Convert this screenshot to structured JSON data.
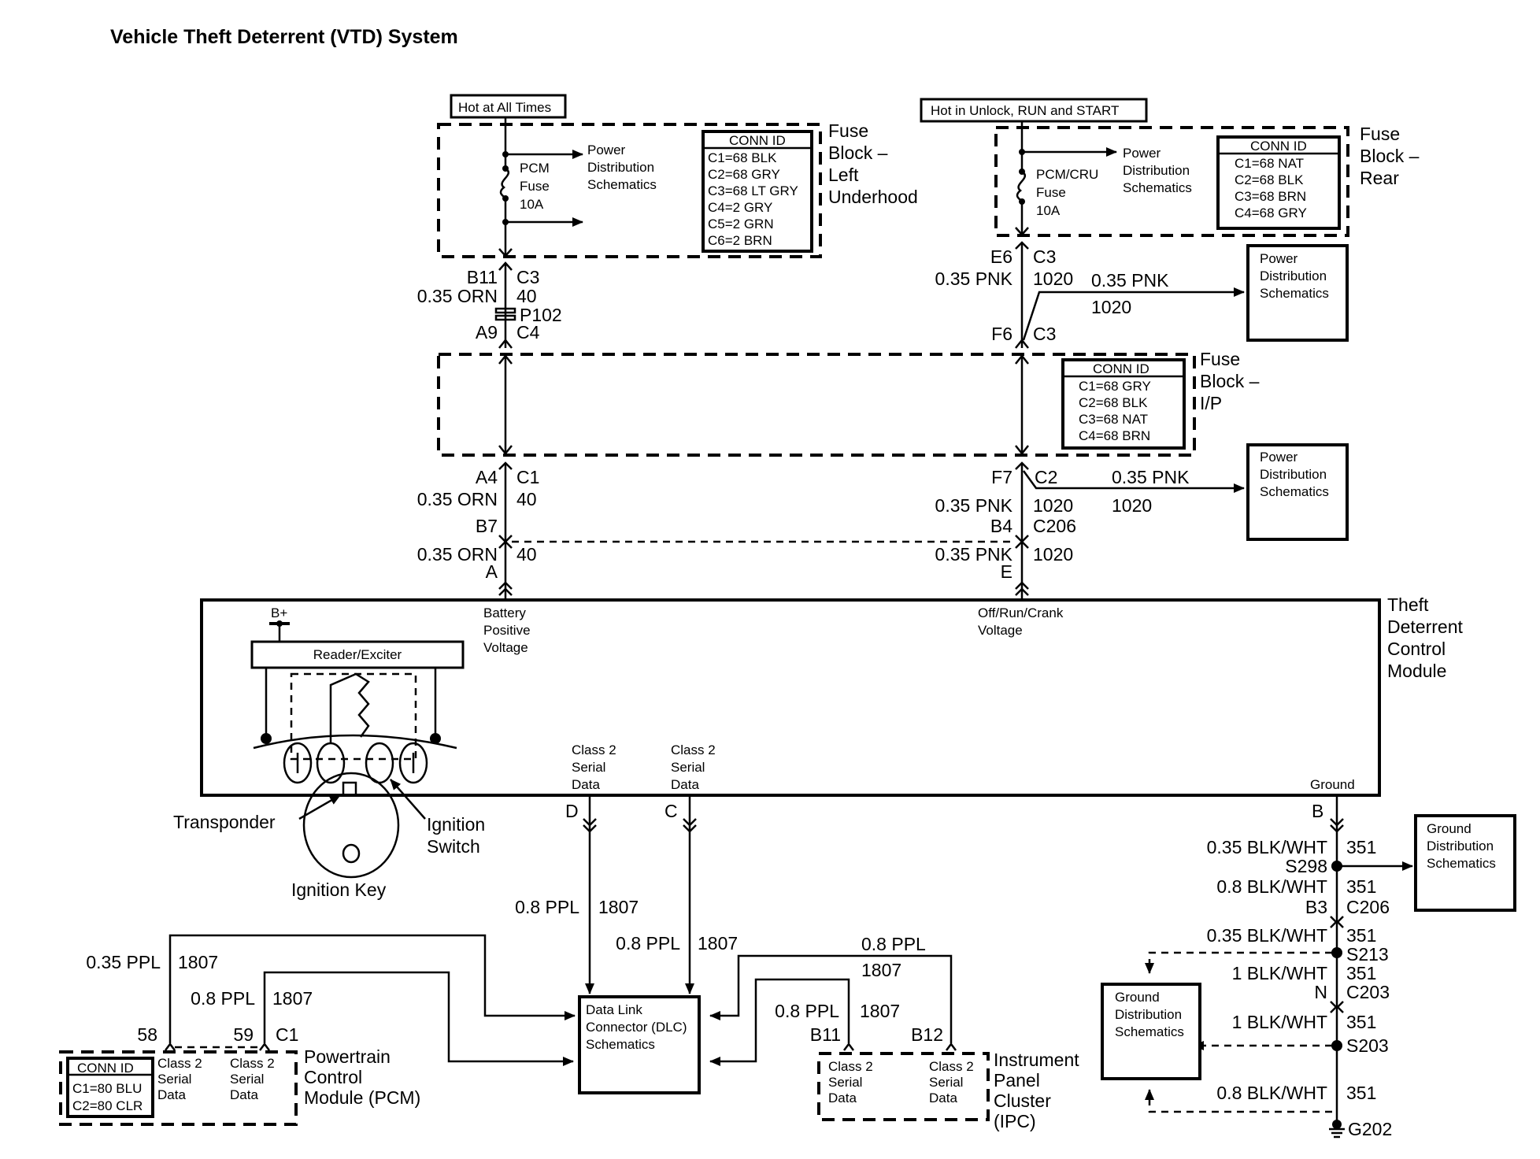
{
  "title": "Vehicle Theft Deterrent (VTD) System",
  "power_sources": {
    "left": "Hot at All Times",
    "right": "Hot in Unlock, RUN and START"
  },
  "fuse_blocks": {
    "left_underhood": {
      "name_lines": [
        "Fuse",
        "Block –",
        "Left",
        "Underhood"
      ],
      "fuse_lines": [
        "PCM",
        "Fuse",
        "10A"
      ],
      "power_dist_lines": [
        "Power",
        "Distribution",
        "Schematics"
      ],
      "conn_id_header": "CONN ID",
      "conn_ids": [
        "C1=68 BLK",
        "C2=68 GRY",
        "C3=68 LT GRY",
        "C4=2 GRY",
        "C5=2 GRN",
        "C6=2 BRN"
      ]
    },
    "rear": {
      "name_lines": [
        "Fuse",
        "Block –",
        "Rear"
      ],
      "fuse_lines": [
        "PCM/CRU",
        "Fuse",
        "10A"
      ],
      "power_dist_lines": [
        "Power",
        "Distribution",
        "Schematics"
      ],
      "conn_id_header": "CONN ID",
      "conn_ids": [
        "C1=68 NAT",
        "C2=68 BLK",
        "C3=68 BRN",
        "C4=68 GRY"
      ]
    },
    "ip": {
      "name_lines": [
        "Fuse",
        "Block –",
        "I/P"
      ],
      "conn_id_header": "CONN ID",
      "conn_ids": [
        "C1=68 GRY",
        "C2=68 BLK",
        "C3=68 NAT",
        "C4=68 BRN"
      ]
    }
  },
  "left_circuit": {
    "b11": "B11",
    "c3": "C3",
    "wire1": "0.35 ORN",
    "ckt1": "40",
    "p102": "P102",
    "a9": "A9",
    "c4": "C4",
    "a4": "A4",
    "c1": "C1",
    "wire2": "0.35 ORN",
    "ckt2": "40",
    "b7": "B7",
    "wire3": "0.35 ORN",
    "ckt3": "40",
    "pin_a": "A"
  },
  "right_circuit": {
    "e6": "E6",
    "c3a": "C3",
    "wire1": "0.35 PNK",
    "ckt1": "1020",
    "branch1_wire": "0.35 PNK",
    "branch1_ckt": "1020",
    "f6": "F6",
    "c3b": "C3",
    "f7": "F7",
    "c2": "C2",
    "wire2": "0.35 PNK",
    "ckt2": "1020",
    "branch2_wire": "0.35 PNK",
    "branch2_ckt": "1020",
    "b4": "B4",
    "c206": "C206",
    "wire3": "0.35 PNK",
    "ckt3": "1020",
    "pin_e": "E"
  },
  "power_dist_boxes": [
    {
      "lines": [
        "Power",
        "Distribution",
        "Schematics"
      ]
    },
    {
      "lines": [
        "Power",
        "Distribution",
        "Schematics"
      ]
    }
  ],
  "module": {
    "name_lines": [
      "Theft",
      "Deterrent",
      "Control",
      "Module"
    ],
    "battery_lines": [
      "Battery",
      "Positive",
      "Voltage"
    ],
    "ignition_voltage_lines": [
      "Off/Run/Crank",
      "Voltage"
    ],
    "b_plus": "B+",
    "reader": "Reader/Exciter",
    "serial_d_lines": [
      "Class 2",
      "Serial",
      "Data"
    ],
    "serial_c_lines": [
      "Class 2",
      "Serial",
      "Data"
    ],
    "ground_label": "Ground",
    "pin_d": "D",
    "pin_c": "C",
    "pin_b": "B"
  },
  "key_labels": {
    "transponder": "Transponder",
    "switch_lines": [
      "Ignition",
      "Switch"
    ],
    "key": "Ignition Key"
  },
  "serial_wires": {
    "d_wire": "0.8 PPL",
    "d_ckt": "1807",
    "c_wire": "0.8 PPL",
    "c_ckt": "1807",
    "pcm1_wire": "0.35 PPL",
    "pcm1_ckt": "1807",
    "pcm2_wire": "0.8 PPL",
    "pcm2_ckt": "1807",
    "ipc_top_wire": "0.8 PPL",
    "ipc_top_ckt": "1807",
    "ipc2_wire": "0.8 PPL",
    "ipc2_ckt": "1807"
  },
  "dlc": {
    "lines": [
      "Data Link",
      "Connector (DLC)",
      "Schematics"
    ]
  },
  "pcm": {
    "pin58": "58",
    "pin59": "59",
    "c1": "C1",
    "name_lines": [
      "Powertrain",
      "Control",
      "Module (PCM)"
    ],
    "serial1_lines": [
      "Class 2",
      "Serial",
      "Data"
    ],
    "serial2_lines": [
      "Class 2",
      "Serial",
      "Data"
    ],
    "conn_id_header": "CONN ID",
    "conn_ids": [
      "C1=80 BLU",
      "C2=80 CLR"
    ]
  },
  "ipc": {
    "pin_b11": "B11",
    "pin_b12": "B12",
    "name_lines": [
      "Instrument",
      "Panel",
      "Cluster",
      "(IPC)"
    ],
    "serial1_lines": [
      "Class 2",
      "Serial",
      "Data"
    ],
    "serial2_lines": [
      "Class 2",
      "Serial",
      "Data"
    ]
  },
  "ground_circuit": {
    "w1": "0.35 BLK/WHT",
    "c1": "351",
    "s298": "S298",
    "w2": "0.8 BLK/WHT",
    "c2": "351",
    "b3": "B3",
    "c206": "C206",
    "w3": "0.35 BLK/WHT",
    "c3": "351",
    "s213": "S213",
    "w4": "1 BLK/WHT",
    "c4": "351",
    "n": "N",
    "c203": "C203",
    "w5": "1 BLK/WHT",
    "c5": "351",
    "s203": "S203",
    "w6": "0.8 BLK/WHT",
    "c6": "351",
    "g202": "G202"
  },
  "ground_dist_boxes": [
    {
      "lines": [
        "Ground",
        "Distribution",
        "Schematics"
      ]
    },
    {
      "lines": [
        "Ground",
        "Distribution",
        "Schematics"
      ]
    }
  ]
}
